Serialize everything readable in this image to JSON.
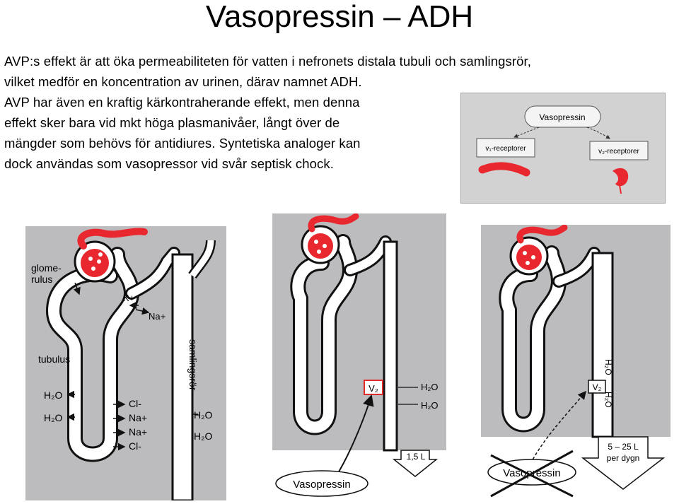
{
  "slide": {
    "title": "Vasopressin – ADH",
    "lines": [
      "AVP:s effekt är att öka permeabiliteten för vatten i nefronets distala tubuli och samlingsrör,",
      "vilket medför en koncentration av urinen, därav namnet ADH.",
      "AVP har även en kraftig kärkontraherande effekt, men denna",
      "effekt sker bara vid mkt höga plasmanivåer, långt över de",
      "mängder som behövs för antidiures. Syntetiska analoger kan",
      "dock användas som vasopressor vid svår septisk chock."
    ]
  },
  "receptor_diagram": {
    "hormone": "Vasopressin",
    "v1_label": "v₁-receptorer",
    "v2_label": "v₂-receptorer"
  },
  "panel1": {
    "glomerulus": "glome-\nrulus",
    "tubulus": "tubulus",
    "samlingsror": "samlingsrör",
    "k": "K+",
    "na": "Na+",
    "ions": [
      "Cl-",
      "Na+",
      "Na+",
      "Cl-"
    ],
    "water": "H₂O"
  },
  "panel2": {
    "receptor": "V₂",
    "water": "H₂O",
    "urine": "1,5 L",
    "hormone": "Vasopressin"
  },
  "panel3": {
    "receptor": "V₂",
    "water": "H₂O",
    "urine_line1": "5 – 25 L",
    "urine_line2": "per dygn",
    "hormone": "Vasopressin"
  },
  "colors": {
    "blood": "#e8282e",
    "panel_gray": "#bcbcbf",
    "receptor_box": "#e22a2a"
  }
}
